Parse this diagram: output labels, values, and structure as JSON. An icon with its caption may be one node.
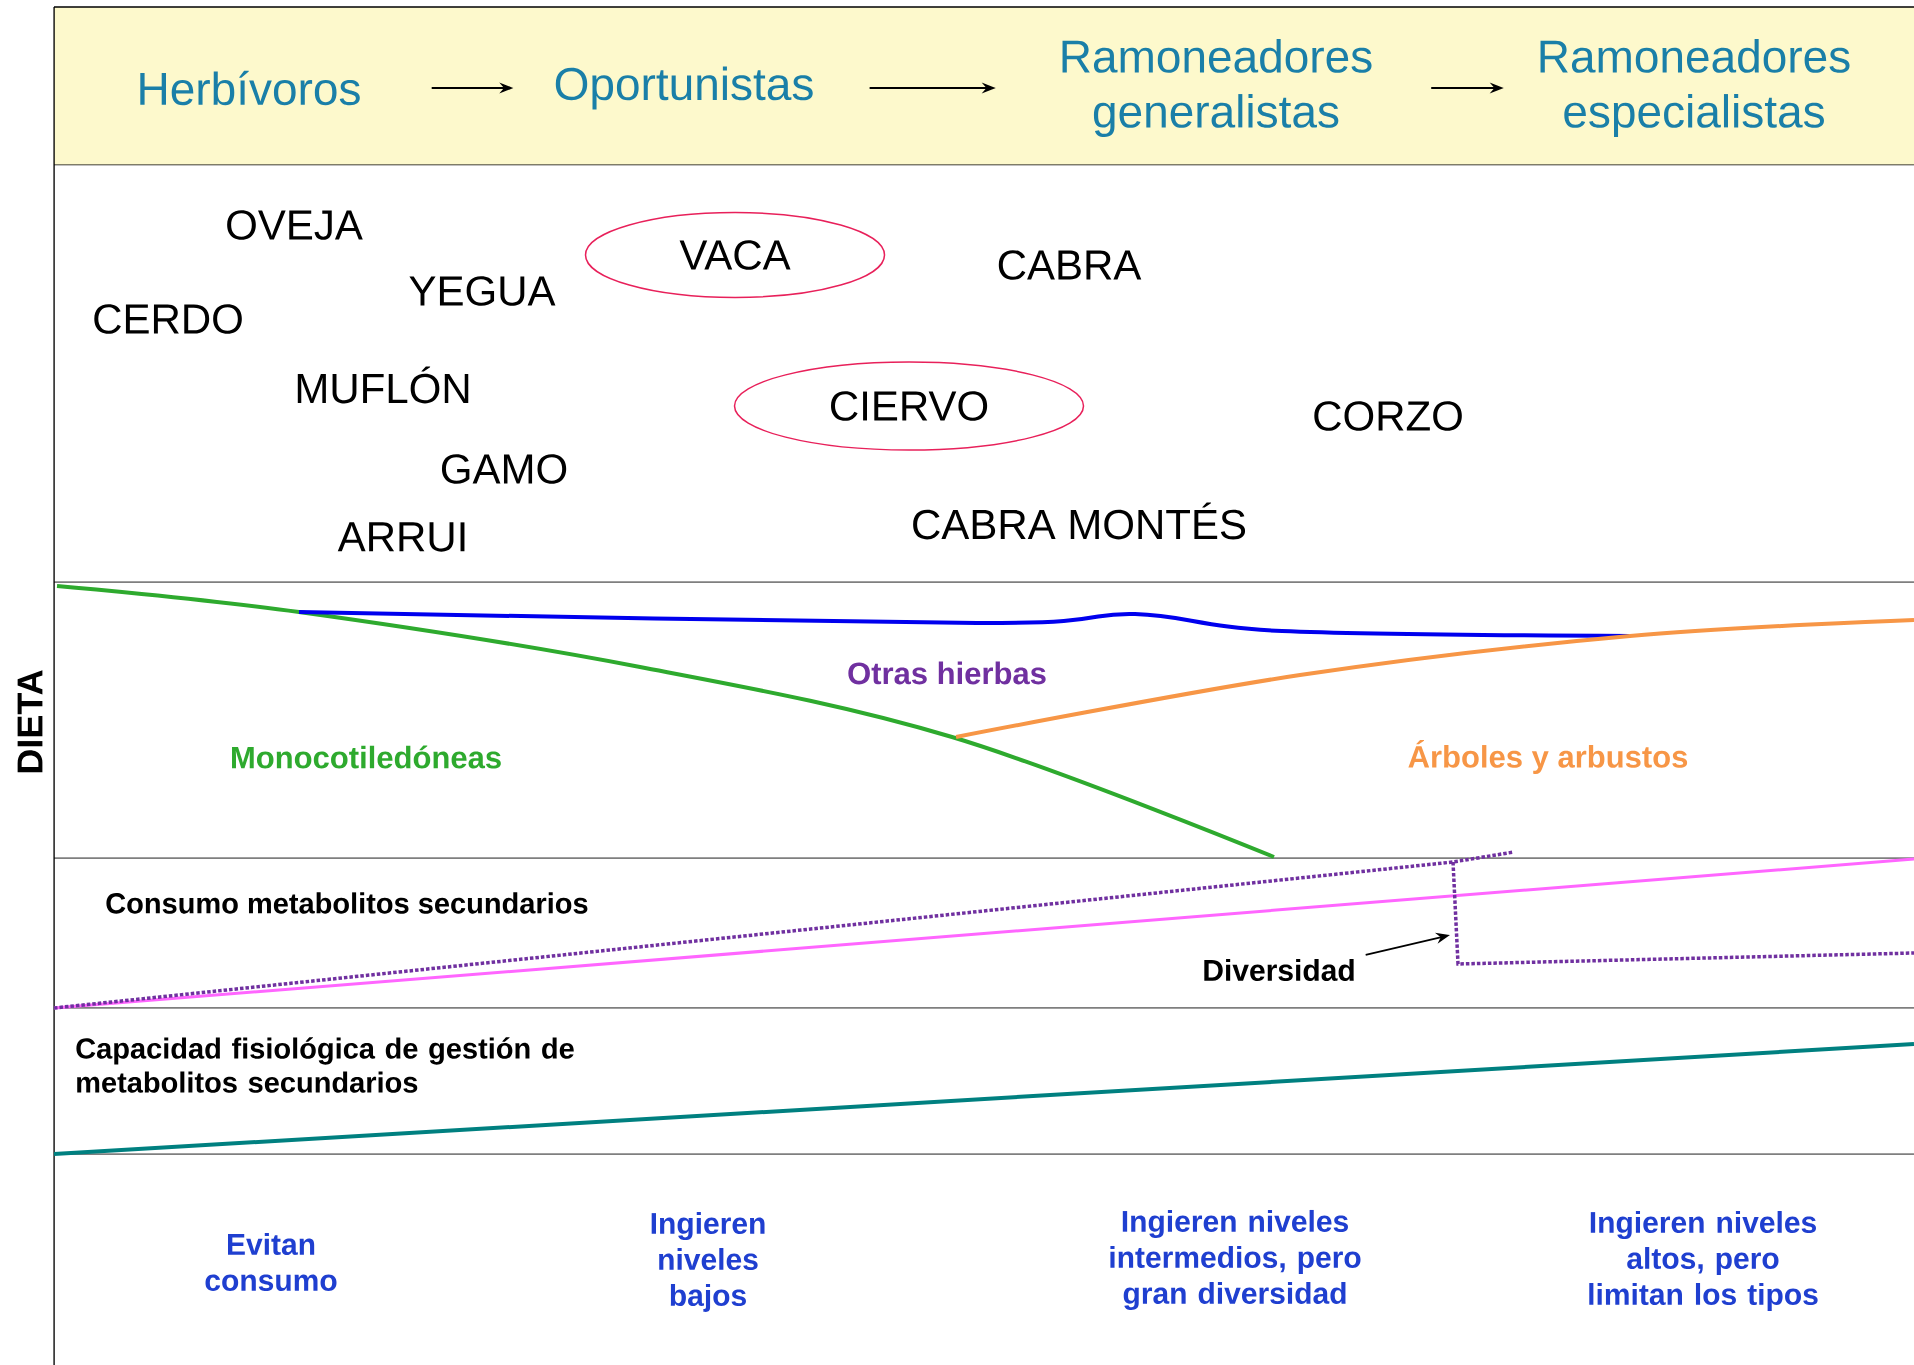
{
  "diagram": {
    "nodes": [
      {
        "text": [
          "Herbívoros"
        ]
      },
      {
        "text": [
          "Oportunistas"
        ]
      },
      {
        "text": [
          "Ramoneadores generalistas"
        ]
      },
      {
        "text": [
          "Ramoneadores especialistas"
        ]
      },
      {
        "text": [
          "VACA"
        ]
      },
      {
        "text": [
          "CIERVO"
        ]
      },
      {
        "text": [
          "Diversidad"
        ]
      }
    ],
    "edges": [
      {
        "from": 0,
        "to": 1,
        "arrow": "to"
      },
      {
        "from": 1,
        "to": 2,
        "arrow": "to"
      },
      {
        "from": 2,
        "to": 3,
        "arrow": "to"
      },
      {
        "from": 6,
        "to": null,
        "arrow": "to"
      }
    ],
    "labels": [
      "OVEJA",
      "CABRA",
      "YEGUA",
      "CERDO",
      "MUFLÓN",
      "CORZO",
      "GAMO",
      "CABRA MONTÉS",
      "ARRUI",
      "Otras hierbas",
      "DIETA",
      "Monocotiledóneas",
      "Árboles y arbustos",
      "Consumo metabolitos secundarios",
      "Capacidad fisiológica de gestión de metabolitos secundarios",
      "Evitan consumo",
      "Ingieren niveles bajos",
      "Ingieren niveles intermedios, pero gran diversidad",
      "Ingieren niveles altos, pero limitan los tipos"
    ]
  }
}
